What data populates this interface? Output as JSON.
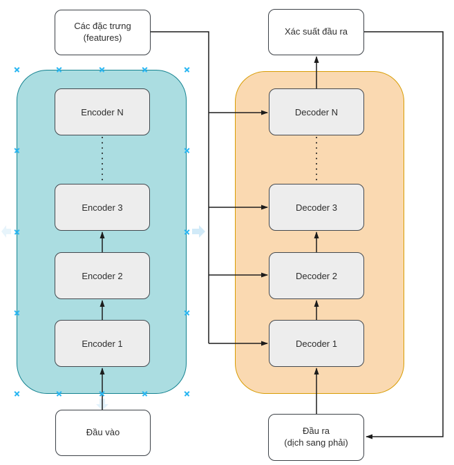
{
  "diagram": {
    "feature_box": {
      "line1": "Các đặc trưng",
      "line2": "(features)"
    },
    "output_prob_box": {
      "label": "Xác suất đầu ra"
    },
    "input_box": {
      "label": "Đầu vào"
    },
    "output_box": {
      "line1": "Đầu ra",
      "line2": "(dịch sang phải)"
    },
    "encoder_stack": {
      "items": [
        {
          "label": "Encoder N"
        },
        {
          "label": "Encoder 3"
        },
        {
          "label": "Encoder 2"
        },
        {
          "label": "Encoder 1"
        }
      ]
    },
    "decoder_stack": {
      "items": [
        {
          "label": "Decoder N"
        },
        {
          "label": "Decoder 3"
        },
        {
          "label": "Decoder 2"
        },
        {
          "label": "Decoder 1"
        }
      ]
    },
    "colors": {
      "encoder_container_fill": "#abdde1",
      "encoder_container_stroke": "#12818f",
      "decoder_container_fill": "#fad9b1",
      "decoder_container_stroke": "#d79b00",
      "node_fill": "#ededed",
      "node_stroke": "#42474d",
      "connector_line": "#1c1c1c",
      "selection_handle": "#29b6f2",
      "direction_arrow": "#cfe9f8"
    }
  }
}
